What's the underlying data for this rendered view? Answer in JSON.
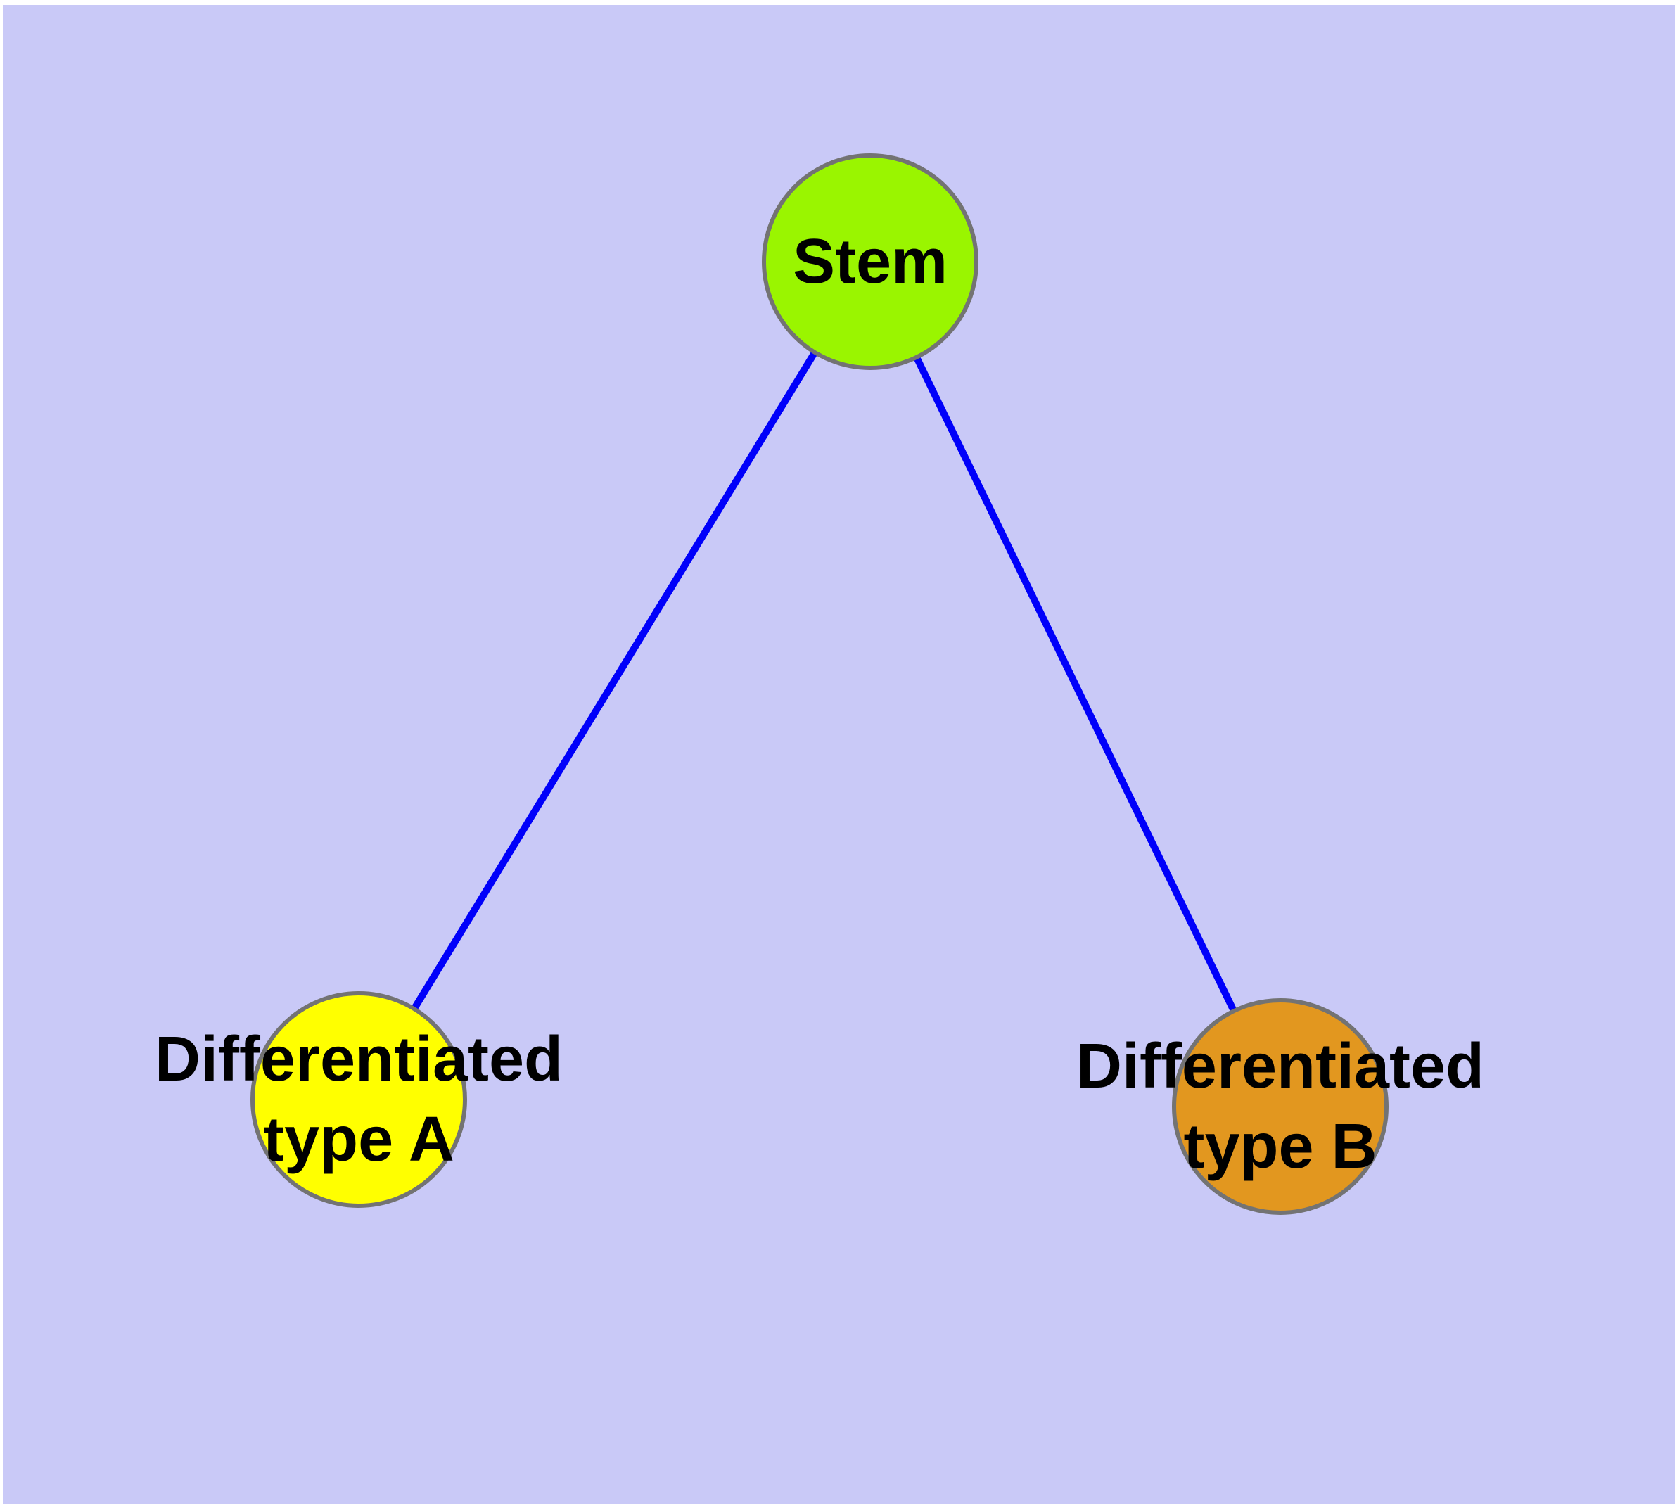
{
  "figure": {
    "type": "node-link-diagram",
    "nodes": {
      "stem": {
        "id": "stem",
        "label": "Stem",
        "color": "#9AF500"
      },
      "typeA": {
        "id": "typeA",
        "label_line1": "Differentiated",
        "label_line2": "type A",
        "color": "#FFFF00"
      },
      "typeB": {
        "id": "typeB",
        "label_line1": "Differentiated",
        "label_line2": "type B",
        "color": "#E2971F"
      }
    },
    "edges": [
      {
        "from": "stem",
        "to": "typeA"
      },
      {
        "from": "stem",
        "to": "typeB"
      }
    ]
  },
  "colors": {
    "page_margin": "#FFFFFF",
    "background": "#C9C9F7",
    "edge": "#0000FA",
    "node_border": "#737373",
    "label_text": "#000000"
  }
}
